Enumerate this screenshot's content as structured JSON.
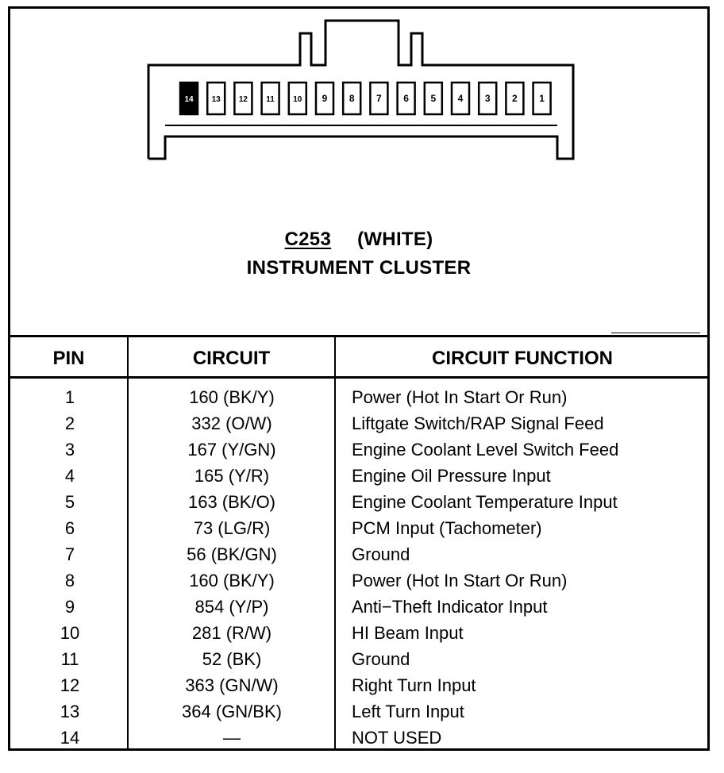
{
  "connector": {
    "code": "C253",
    "color": "(WHITE)",
    "name": "INSTRUMENT CLUSTER",
    "pin_labels": [
      "14",
      "13",
      "12",
      "11",
      "10",
      "9",
      "8",
      "7",
      "6",
      "5",
      "4",
      "3",
      "2",
      "1"
    ],
    "highlighted_pin": "14"
  },
  "table": {
    "headers": {
      "pin": "PIN",
      "circuit": "CIRCUIT",
      "function": "CIRCUIT FUNCTION"
    },
    "rows": [
      {
        "pin": "1",
        "circuit": "160 (BK/Y)",
        "function": "Power (Hot In Start Or Run)"
      },
      {
        "pin": "2",
        "circuit": "332 (O/W)",
        "function": "Liftgate Switch/RAP Signal Feed"
      },
      {
        "pin": "3",
        "circuit": "167 (Y/GN)",
        "function": "Engine Coolant Level Switch Feed"
      },
      {
        "pin": "4",
        "circuit": "165 (Y/R)",
        "function": "Engine Oil Pressure Input"
      },
      {
        "pin": "5",
        "circuit": "163 (BK/O)",
        "function": "Engine Coolant Temperature Input"
      },
      {
        "pin": "6",
        "circuit": "73 (LG/R)",
        "function": "PCM Input (Tachometer)"
      },
      {
        "pin": "7",
        "circuit": "56 (BK/GN)",
        "function": "Ground"
      },
      {
        "pin": "8",
        "circuit": "160 (BK/Y)",
        "function": "Power (Hot In Start Or Run)"
      },
      {
        "pin": "9",
        "circuit": "854 (Y/P)",
        "function": "Anti−Theft Indicator Input"
      },
      {
        "pin": "10",
        "circuit": "281 (R/W)",
        "function": "HI Beam Input"
      },
      {
        "pin": "11",
        "circuit": "52 (BK)",
        "function": "Ground"
      },
      {
        "pin": "12",
        "circuit": "363 (GN/W)",
        "function": "Right Turn Input"
      },
      {
        "pin": "13",
        "circuit": "364 (GN/BK)",
        "function": "Left Turn Input"
      },
      {
        "pin": "14",
        "circuit": "—",
        "function": "NOT USED"
      }
    ]
  }
}
